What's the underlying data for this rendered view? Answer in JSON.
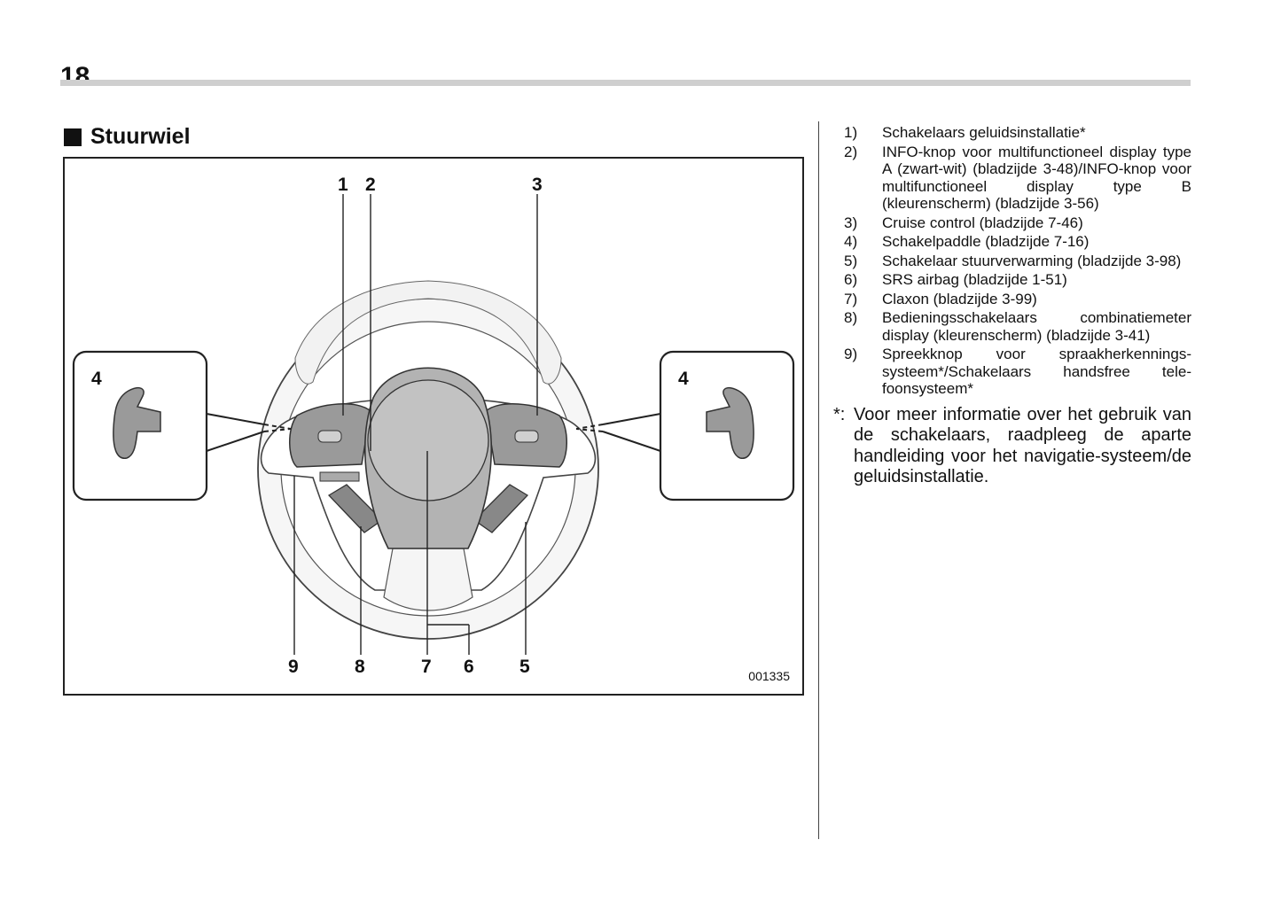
{
  "page": {
    "number": "18"
  },
  "section": {
    "title": "Stuurwiel"
  },
  "figure": {
    "code": "001335",
    "callouts": {
      "c1": "1",
      "c2": "2",
      "c3": "3",
      "c4": "4",
      "c5": "5",
      "c6": "6",
      "c7": "7",
      "c8": "8",
      "c9": "9"
    }
  },
  "legend": {
    "items": [
      {
        "num": "1)",
        "text": "Schakelaars geluidsinstallatie*"
      },
      {
        "num": "2)",
        "text": "INFO-knop voor multifunctioneel display type A (zwart-wit) (bladzijde 3-48)/INFO-knop voor multifunctioneel display type B (kleurenscherm) (bladzijde 3-56)"
      },
      {
        "num": "3)",
        "text": "Cruise control (bladzijde 7-46)"
      },
      {
        "num": "4)",
        "text": "Schakelpaddle (bladzijde 7-16)"
      },
      {
        "num": "5)",
        "text": "Schakelaar stuurverwarming (bladzijde 3-98)"
      },
      {
        "num": "6)",
        "text": "SRS airbag (bladzijde 1-51)"
      },
      {
        "num": "7)",
        "text": "Claxon (bladzijde 3-99)"
      },
      {
        "num": "8)",
        "text": "Bedieningsschakelaars combinatiemeter display (kleurenscherm) (bladzijde 3-41)"
      },
      {
        "num": "9)",
        "text": "Spreekknop voor spraakherkennings-systeem*/Schakelaars handsfree tele-foonsysteem*"
      }
    ],
    "footnote": {
      "mark": "*:",
      "text": "Voor meer informatie over het gebruik van de schakelaars, raadpleeg de aparte handleiding voor het navigatie-systeem/de geluidsinstallatie."
    }
  }
}
